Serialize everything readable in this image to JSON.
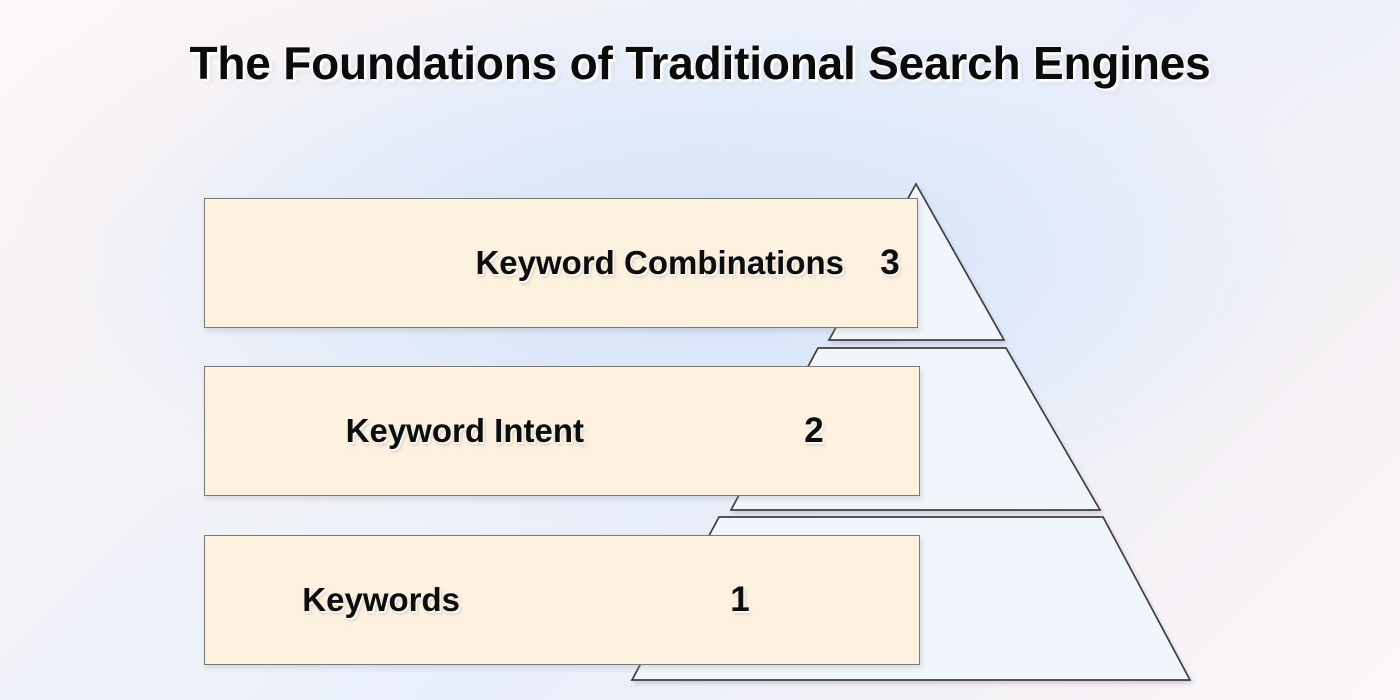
{
  "title": "The Foundations of Traditional Search Engines",
  "colors": {
    "box_fill": "#fdf1e0",
    "box_border": "#7a7a7a",
    "pyramid_fill": "#f1f6fd",
    "pyramid_stroke": "#3c3c3c",
    "title_text": "#0b0b0b",
    "background_start": "#fdf7f8",
    "background_center": "#e4edf9"
  },
  "pyramid": {
    "type": "pyramid",
    "direction": "bottom-to-top",
    "levels": [
      {
        "number": "3",
        "label": "Keyword Combinations",
        "position": "top"
      },
      {
        "number": "2",
        "label": "Keyword Intent",
        "position": "middle"
      },
      {
        "number": "1",
        "label": "Keywords",
        "position": "bottom"
      }
    ]
  },
  "chart_data": {
    "type": "pyramid",
    "title": "The Foundations of Traditional Search Engines",
    "categories": [
      "Keywords",
      "Keyword Intent",
      "Keyword Combinations"
    ],
    "values": [
      1,
      2,
      3
    ],
    "order": "bottom-to-top",
    "legend": "none",
    "grid": false
  }
}
